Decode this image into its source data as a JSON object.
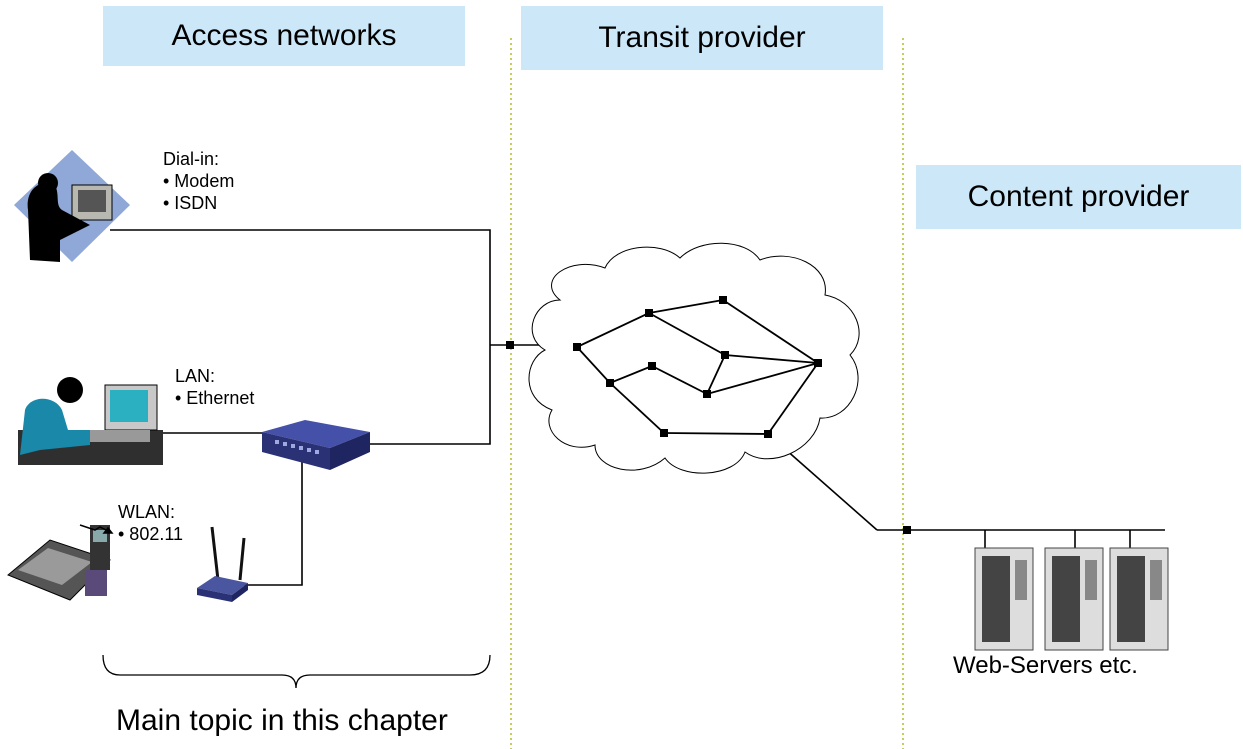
{
  "headers": {
    "access": "Access networks",
    "transit": "Transit provider",
    "content": "Content provider"
  },
  "dialin": {
    "title": "Dial-in:",
    "items": [
      "• Modem",
      "• ISDN"
    ]
  },
  "lan": {
    "title": "LAN:",
    "items": [
      "• Ethernet"
    ]
  },
  "wlan": {
    "title": "WLAN:",
    "items": [
      "• 802.11"
    ]
  },
  "servers_label": "Web-Servers etc.",
  "brace_label": "Main topic in this chapter",
  "colors": {
    "header_bg": "#cce8f8",
    "divider": "#a8b400",
    "switch": "#2f3a8c"
  },
  "icons": [
    "dialin-user-icon",
    "lan-user-icon",
    "pda-phone-icon",
    "ethernet-switch-icon",
    "wireless-router-icon",
    "web-server-icon",
    "internet-cloud-icon"
  ]
}
